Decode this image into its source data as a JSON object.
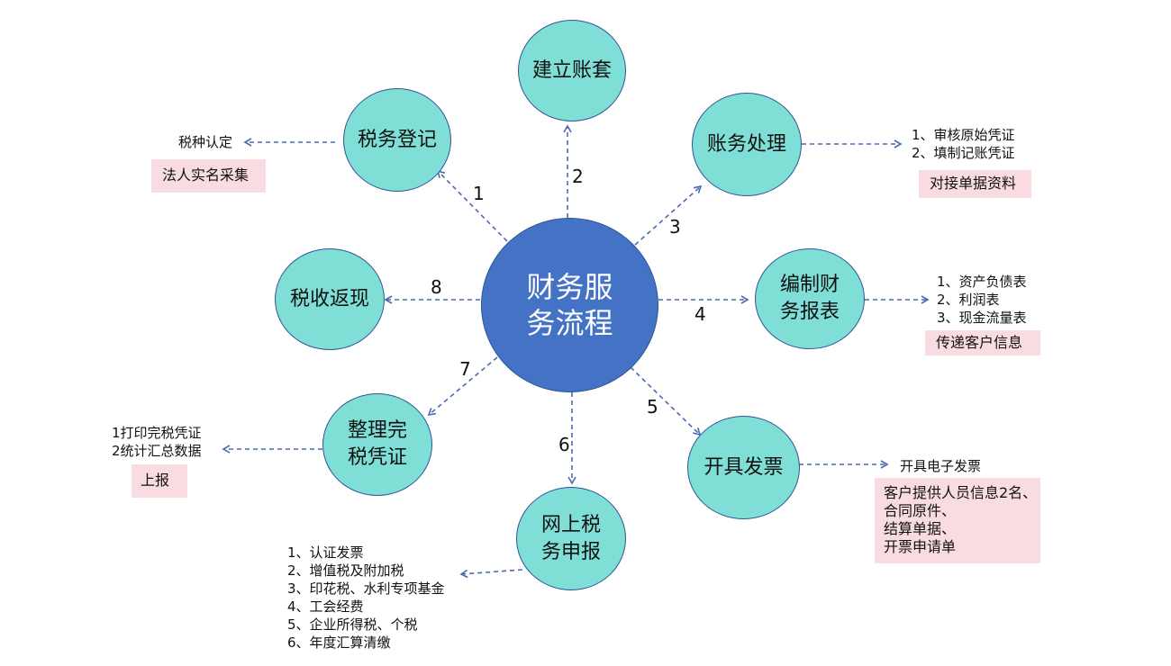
{
  "colors": {
    "center_fill": "#4472c4",
    "node_fill": "#7fdfd6",
    "border": "#2f5597",
    "arrow": "#4a6ab0",
    "highlight_fill": "#f9dce2"
  },
  "center": {
    "label": "财务服\n务流程"
  },
  "steps": [
    {
      "number": "1",
      "label": "税务登记"
    },
    {
      "number": "2",
      "label": "建立账套"
    },
    {
      "number": "3",
      "label": "账务处理"
    },
    {
      "number": "4",
      "label": "编制财\n务报表"
    },
    {
      "number": "5",
      "label": "开具发票"
    },
    {
      "number": "6",
      "label": "网上税\n务申报"
    },
    {
      "number": "7",
      "label": "整理完\n税凭证"
    },
    {
      "number": "8",
      "label": "税收返现"
    }
  ],
  "notes": {
    "tax_registration": {
      "text": "税种认定",
      "highlight": "法人实名采集"
    },
    "accounting": {
      "text": "1、审核原始凭证\n2、填制记账凭证",
      "highlight": "对接单据资料"
    },
    "statements": {
      "text": "1、资产负债表\n2、利润表\n3、现金流量表",
      "highlight": "传递客户信息"
    },
    "invoice": {
      "text": "开具电子发票",
      "highlight": "客户提供人员信息2名、\n合同原件、\n结算单据、\n开票申请单"
    },
    "declaration": {
      "text": "1、认证发票\n2、增值税及附加税\n3、印花税、水利专项基金\n4、工会经费\n5、企业所得税、个税\n6、年度汇算清缴"
    },
    "vouchers": {
      "text": "1打印完税凭证\n2统计汇总数据",
      "highlight": "上报"
    }
  }
}
